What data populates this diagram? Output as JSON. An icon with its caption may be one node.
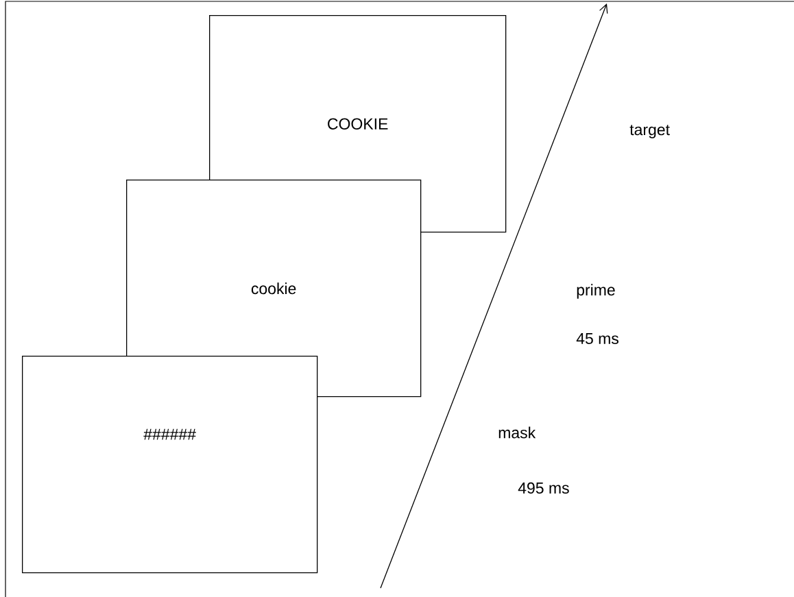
{
  "diagram": {
    "nodes": [
      {
        "text": [
          "COOKIE"
        ]
      },
      {
        "text": [
          "cookie"
        ]
      },
      {
        "text": [
          "######"
        ]
      }
    ],
    "labels": [
      "target",
      "prime",
      "45 ms",
      "mask",
      "495 ms"
    ]
  }
}
